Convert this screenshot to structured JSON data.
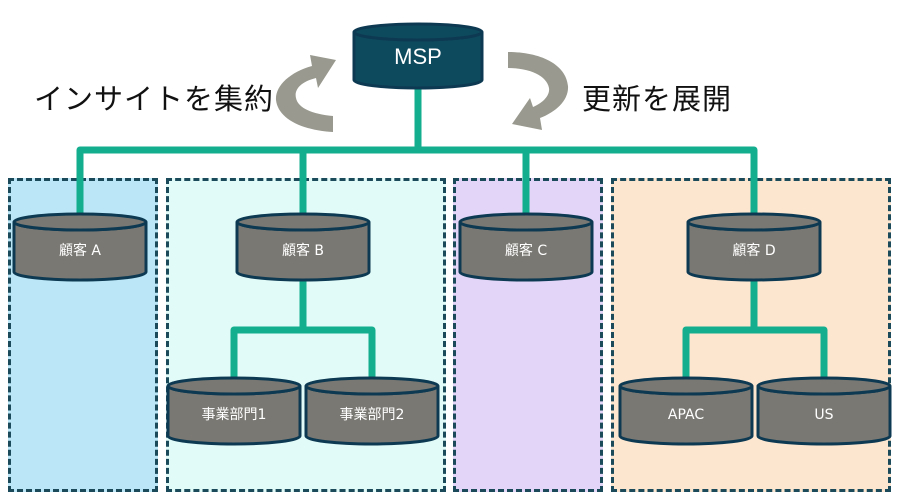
{
  "title_left": "インサイトを集約",
  "title_right": "更新を展開",
  "colors": {
    "connector": "#13ae8e",
    "msp_fill": "#0e4a5e",
    "node_fill": "#7a7873",
    "node_stroke": "#0d3a52",
    "arrow": "#99998f",
    "panel_border": "#1b4a5a",
    "panel_a": "#bae6f7",
    "panel_b": "#e1fbf8",
    "panel_c": "#e2d5f7",
    "panel_d": "#fde6d0"
  },
  "root": {
    "label": "MSP"
  },
  "customers": [
    {
      "label": "顧客 A",
      "children": []
    },
    {
      "label": "顧客 B",
      "children": [
        {
          "label": "事業部門1"
        },
        {
          "label": "事業部門2"
        }
      ]
    },
    {
      "label": "顧客 C",
      "children": []
    },
    {
      "label": "顧客 D",
      "children": [
        {
          "label": "APAC"
        },
        {
          "label": "US"
        }
      ]
    }
  ]
}
